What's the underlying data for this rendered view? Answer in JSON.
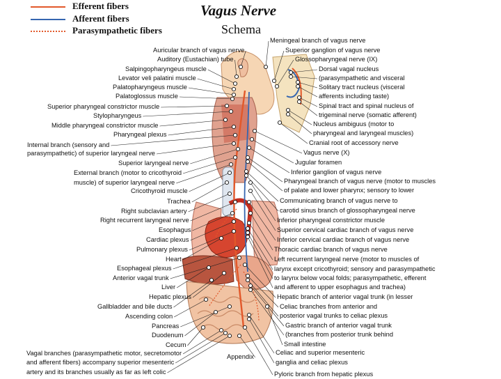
{
  "title": "Vagus Nerve",
  "subtitle": "Schema",
  "legend": [
    {
      "label": "Efferent fibers",
      "color": "#e2582a",
      "style": "solid"
    },
    {
      "label": "Afferent fibers",
      "color": "#3566b0",
      "style": "solid"
    },
    {
      "label": "Parasympathetic fibers",
      "color": "#e2582a",
      "style": "dotted"
    }
  ],
  "left_labels": [
    "Auricular branch of vagus nerve",
    "Auditory (Eustachian) tube",
    "Salpingopharyngeus muscle",
    "Levator veli palatini muscle",
    "Palatopharyngeus muscle",
    "Palatoglossus muscle",
    "Superior pharyngeal constrictor muscle",
    "Stylopharyngeus",
    "Middle pharyngeal constrictor muscle",
    "Pharyngeal plexus",
    "Internal branch (sensory and",
    "parasympathetic) of superior laryngeal nerve",
    "Superior laryngeal nerve",
    "External branch (motor to cricothyroid",
    "muscle) of superior laryngeal nerve",
    "Cricothyroid muscle",
    "Trachea",
    "Right subclavian artery",
    "Right recurrent laryngeal nerve",
    "Esophagus",
    "Cardiac plexus",
    "Pulmonary plexus",
    "Heart",
    "Esophageal plexus",
    "Anterior vagal trunk",
    "Liver",
    "Hepatic plexus",
    "Gallbladder and bile ducts",
    "Ascending colon",
    "Pancreas",
    "Duodenum",
    "Cecum",
    "Vagal branches (parasympathetic motor, secretomotor",
    "and afferent fibers) accompany superior mesenteric",
    "artery and its branches usually as far as left colic",
    "Appendix"
  ],
  "right_labels": [
    "Meningeal branch of vagus nerve",
    "Superior ganglion of vagus nerve",
    "Glossopharyngeal nerve (IX)",
    "Dorsal vagal nucleus",
    "(parasympathetic and visceral",
    "Solitary tract nucleus (visceral",
    "afferents including taste)",
    "Spinal tract and spinal nucleus of",
    "trigeminal nerve (somatic afferent)",
    "Nucleus ambiguus (motor to",
    "pharyngeal and laryngeal muscles)",
    "Cranial root of accessory nerve",
    "Vagus nerve (X)",
    "Jugular foramen",
    "Inferior ganglion of vagus nerve",
    "Pharyngeal branch of vagus nerve (motor to muscles",
    "of palate and lower pharynx; sensory to lower",
    "Communicating branch of vagus nerve to",
    "carotid sinus branch of glossopharyngeal nerve",
    "Inferior pharyngeal constrictor muscle",
    "Superior cervical cardiac branch of vagus nerve",
    "Inferior cervical cardiac branch of vagus nerve",
    "Thoracic cardiac branch of vagus nerve",
    "Left recurrent laryngeal nerve (motor to muscles of",
    "larynx except cricothyroid; sensory and parasympathetic",
    "to larynx below vocal folds; parasympathetic, efferent",
    "and afferent to upper esophagus and trachea)",
    "Hepatic branch of anterior vagal trunk (in lesser",
    "Celiac branches from anterior and",
    "posterior vagal trunks to celiac plexus",
    "Gastric branch of anterior vagal trunk",
    "(branches from posterior trunk behind",
    "Small intestine",
    "Celiac and superior mesenteric",
    "ganglia and celiac plexus",
    "Pyloric branch from hepatic plexus"
  ]
}
